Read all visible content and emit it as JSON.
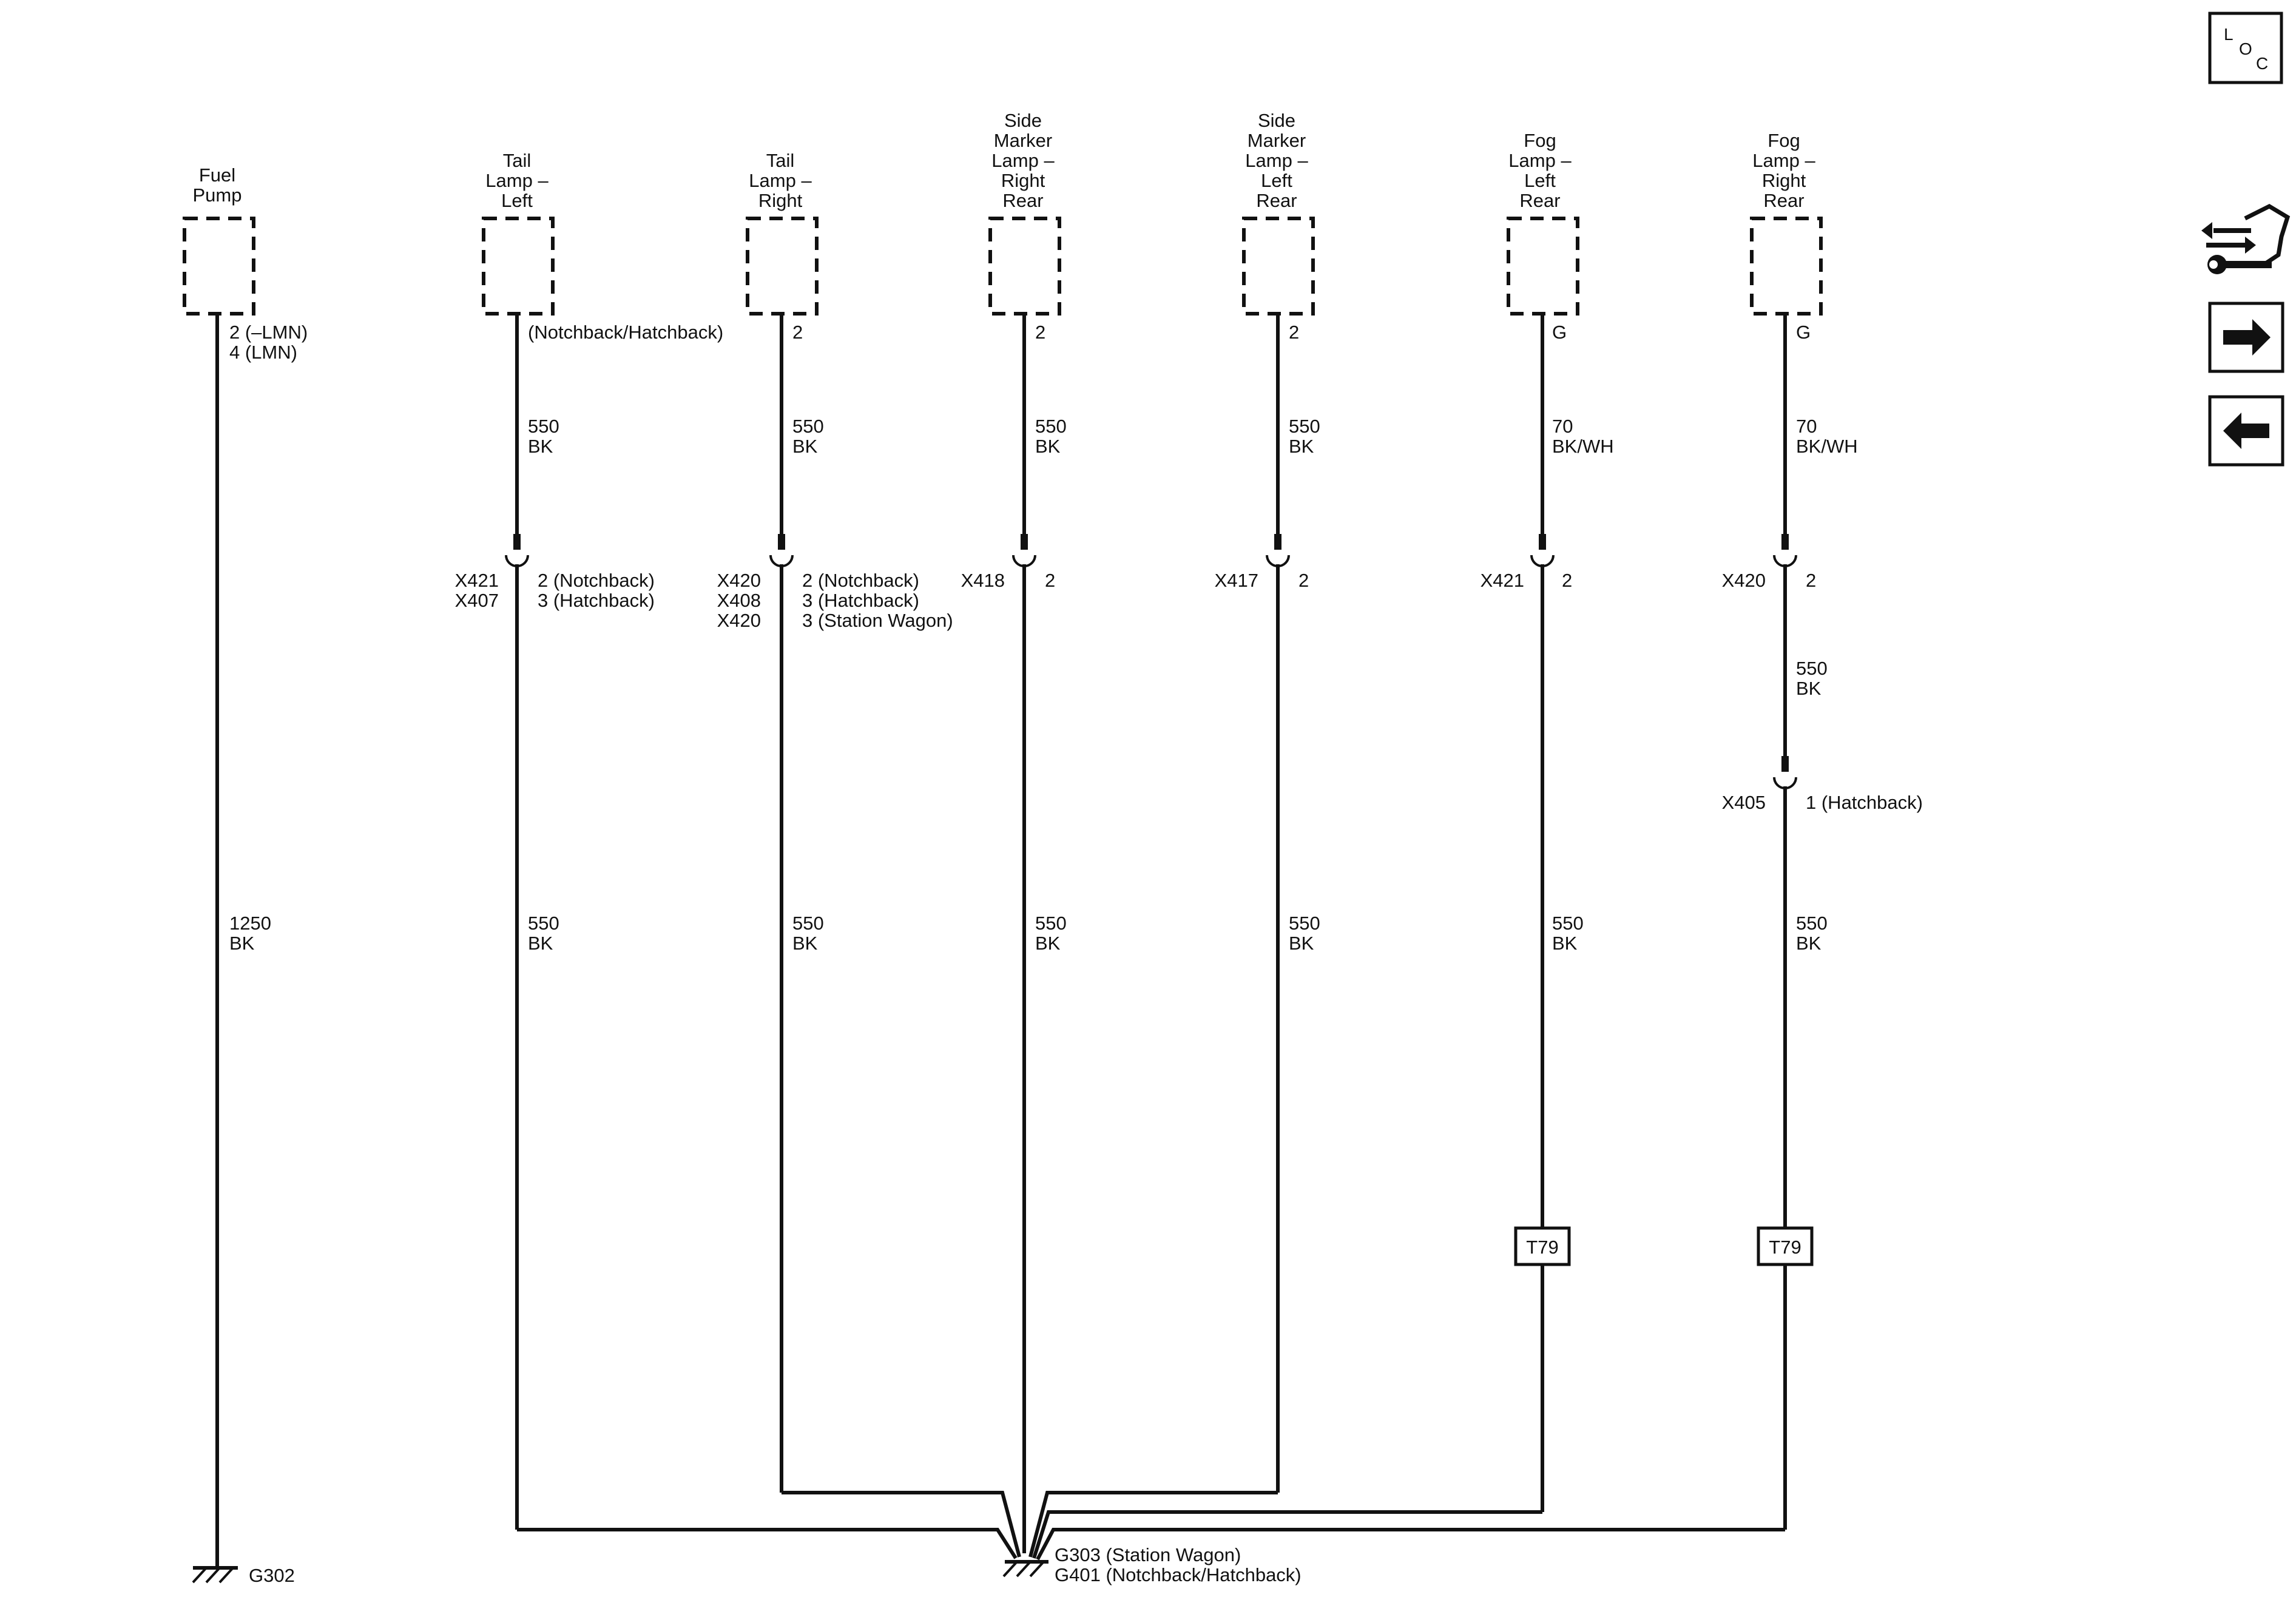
{
  "components": {
    "fuel_pump": "Fuel\nPump",
    "tail_lamp_left": "Tail\nLamp –\nLeft",
    "tail_lamp_right": "Tail\nLamp –\nRight",
    "side_marker_right_rear": "Side\nMarker\nLamp –\nRight\nRear",
    "side_marker_left_rear": "Side\nMarker\nLamp –\nLeft\nRear",
    "fog_lamp_left_rear": "Fog\nLamp –\nLeft\nRear",
    "fog_lamp_right_rear": "Fog\nLamp –\nRight\nRear"
  },
  "pins": {
    "fuel_pump": "2 (–LMN)\n4 (LMN)",
    "tail_lamp_left": "(Notchback/Hatchback)",
    "tail_lamp_right": "2",
    "side_marker_right_rear": "2",
    "side_marker_left_rear": "2",
    "fog_lamp_left_rear": "G",
    "fog_lamp_right_rear": "G"
  },
  "wires": {
    "upper_550_bk": "550\nBK",
    "upper_70_bkwh": "70\nBK/WH",
    "fuel_pump_1250_bk": "1250\nBK",
    "lower_550_bk": "550\nBK"
  },
  "connectors": {
    "tail_left_ids": "X421\nX407",
    "tail_left_pins": "2 (Notchback)\n3 (Hatchback)",
    "tail_right_ids": "X420\nX408\nX420",
    "tail_right_pins": "2 (Notchback)\n3 (Hatchback)\n3 (Station Wagon)",
    "side_right_id": "X418",
    "side_right_pin": "2",
    "side_left_id": "X417",
    "side_left_pin": "2",
    "fog_left_id": "X421",
    "fog_left_pin": "2",
    "fog_right_id": "X420",
    "fog_right_pin": "2",
    "fog_right_second_id": "X405",
    "fog_right_second_pin": "1 (Hatchback)"
  },
  "splices": {
    "fog_left": "T79",
    "fog_right": "T79"
  },
  "grounds": {
    "fuel_pump": "G302",
    "main": "G303 (Station Wagon)\nG401 (Notchback/Hatchback)"
  },
  "nav": {
    "loc_letters": [
      "L",
      "O",
      "C"
    ],
    "icons": [
      "harness-wrench-icon",
      "arrow-right-icon",
      "arrow-left-icon"
    ]
  }
}
